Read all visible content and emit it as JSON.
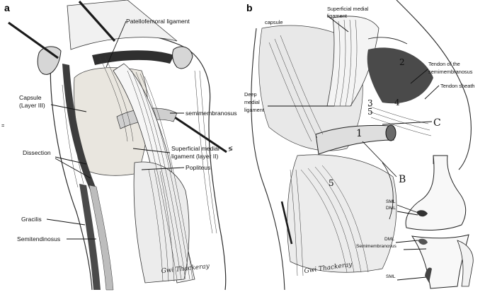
{
  "panels": {
    "a": {
      "letter": "a",
      "labels": {
        "patellofemoral": "Patellofemoral ligament",
        "capsule_line1": "Capsule",
        "capsule_line2": "(Layer III)",
        "semimembranosus": "semimembranosus",
        "dissection": "Dissection",
        "superficial_medial_line1": "Superficial medial",
        "superficial_medial_line2": "ligament (layer II)",
        "popliteus": "Popliteus",
        "gracilis": "Gracilis",
        "semitendinosus": "Semitendinosus"
      },
      "signature": "Gwi Thackeray"
    },
    "b": {
      "letter": "b",
      "labels": {
        "capsule": "capsule",
        "superficial_medial_line1": "Superficial medial",
        "superficial_medial_line2": "ligament",
        "tendon_semimem_line1": "Tendon of the",
        "tendon_semimem_line2": "semimembranosus",
        "tendon_sheath": "Tendon sheath",
        "deep_medial_line1": "Deep",
        "deep_medial_line2": "medial",
        "deep_medial_line3": "ligament"
      },
      "markers": {
        "roman_one": "1",
        "letter_c": "C",
        "letter_b": "B",
        "num_two": "2",
        "num_three": "3",
        "num_four": "4",
        "num_five_upper": "5",
        "num_five_lower": "5"
      },
      "inset_labels": {
        "sml_top": "SML",
        "dml_top": "DML",
        "dml_mid": "DML",
        "semimembranosus": "Semimembranosus",
        "sml_bottom": "SML"
      },
      "signature": "Gwi Thackeray"
    }
  },
  "colors": {
    "ink": "#111111",
    "paper": "#ffffff",
    "shade_dark": "#4a4a4a",
    "shade_light": "#bdbdbd"
  }
}
